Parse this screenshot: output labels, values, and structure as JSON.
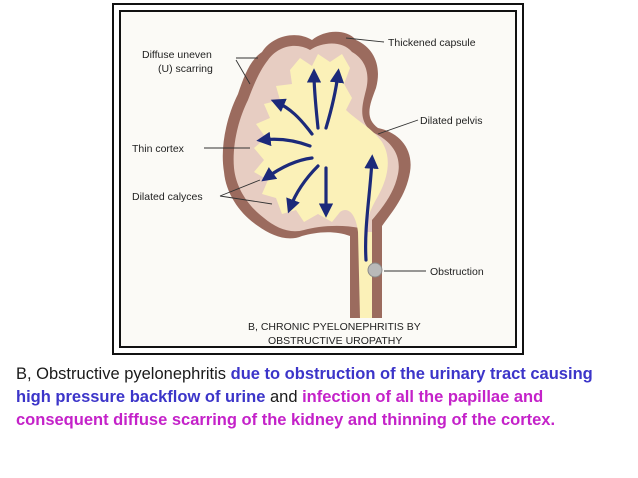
{
  "diagram": {
    "labels": {
      "diffuse_scarring_line1": "Diffuse uneven",
      "diffuse_scarring_line2": "(U) scarring",
      "thickened_capsule": "Thickened capsule",
      "dilated_pelvis": "Dilated pelvis",
      "thin_cortex": "Thin cortex",
      "dilated_calyces": "Dilated calyces",
      "obstruction": "Obstruction"
    },
    "caption_line1": "B, CHRONIC PYELONEPHRITIS BY",
    "caption_line2": "OBSTRUCTIVE UROPATHY",
    "colors": {
      "capsule": "#9b6b5e",
      "cortex": "#e7cdc2",
      "pelvis": "#fbf1b8",
      "arrows": "#1c2a7a",
      "obstruction": "#b9b9b9"
    }
  },
  "description": {
    "segments": [
      {
        "text": "B, Obstructive pyelonephritis ",
        "style": "plain"
      },
      {
        "text": "due to obstruction of the urinary tract causing high pressure backflow of urine",
        "style": "blue"
      },
      {
        "text": " and ",
        "style": "plain"
      },
      {
        "text": "infection of all the papillae and consequent diffuse scarring of the kidney and thinning of the cortex.",
        "style": "magenta"
      }
    ]
  }
}
